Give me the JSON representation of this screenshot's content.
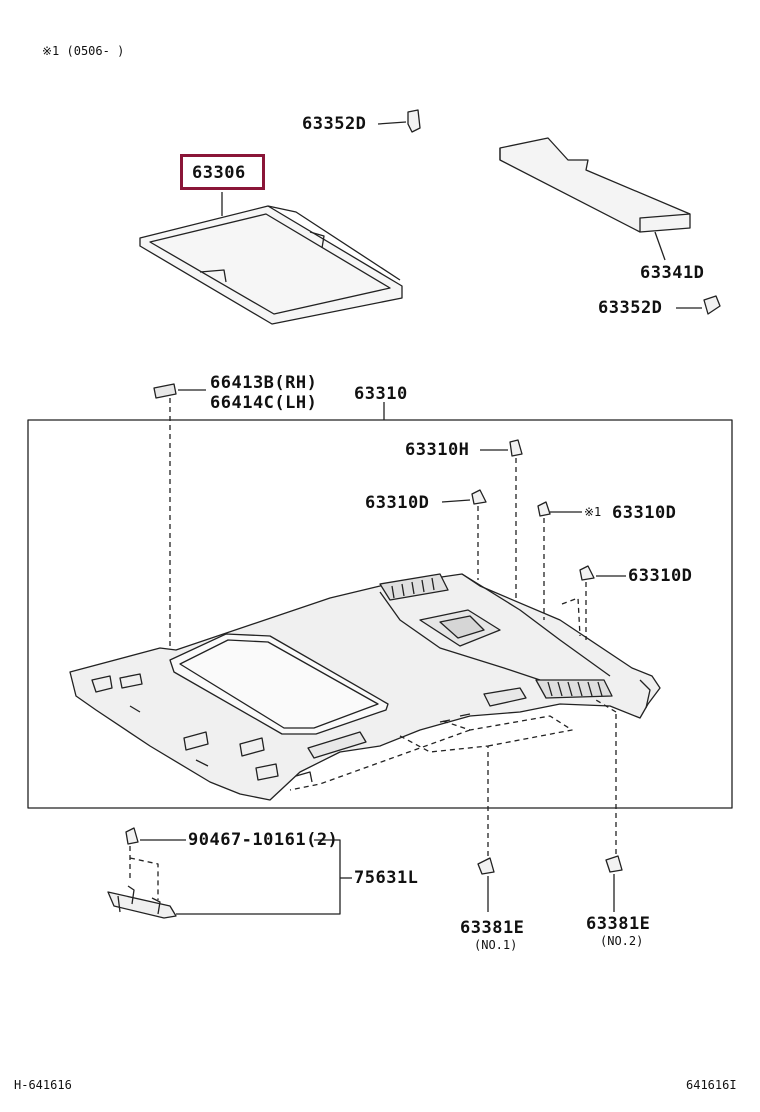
{
  "header_note": "※1 (0506-    )",
  "parts": {
    "p63352D_top": "63352D",
    "p63306": "63306",
    "p63341D": "63341D",
    "p63352D_mid": "63352D",
    "p66413B": "66413B(RH)",
    "p66414C": "66414C(LH)",
    "p63310": "63310",
    "p63310H": "63310H",
    "p63310D_a": "63310D",
    "p63310D_b": "63310D",
    "p63310D_b_note": "※1",
    "p63310D_c": "63310D",
    "p90467": "90467-10161(2)",
    "p75631L": "75631L",
    "p63381E_1": "63381E",
    "p63381E_1_sub": "(NO.1)",
    "p63381E_2": "63381E",
    "p63381E_2_sub": "(NO.2)"
  },
  "footer": {
    "left": "H-641616",
    "right": "641616I"
  },
  "colors": {
    "highlight": "#8a1538",
    "line": "#222222",
    "fill": "#f2f2f2"
  }
}
